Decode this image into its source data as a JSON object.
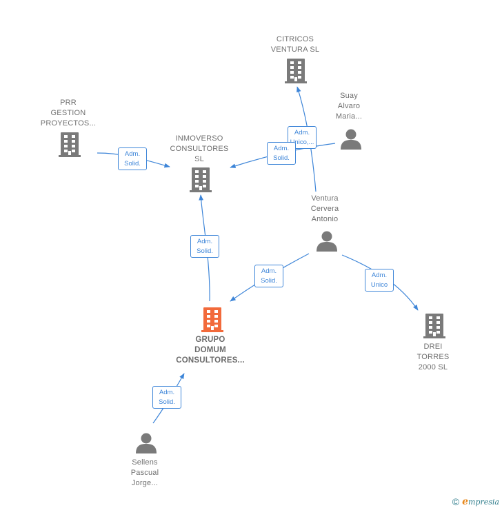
{
  "colors": {
    "company": "#7a7a7a",
    "main_company": "#f26a3b",
    "person": "#7a7a7a",
    "edge": "#3d85d8"
  },
  "nodes": [
    {
      "id": "citricos",
      "type": "company",
      "label": "CITRICOS\nVENTURA  SL",
      "icon": "building-icon"
    },
    {
      "id": "prr",
      "type": "company",
      "label": "PRR\nGESTION\nPROYECTOS...",
      "icon": "building-icon"
    },
    {
      "id": "inmoverso",
      "type": "company",
      "label": "INMOVERSO\nCONSULTORES\nSL",
      "icon": "building-icon"
    },
    {
      "id": "suay",
      "type": "person",
      "label": "Suay\nAlvaro\nMaria...",
      "icon": "person-icon"
    },
    {
      "id": "ventura",
      "type": "person",
      "label": "Ventura\nCervera\nAntonio",
      "icon": "person-icon"
    },
    {
      "id": "grupo",
      "type": "main",
      "label": "GRUPO\nDOMUM\nCONSULTORES...",
      "icon": "building-icon"
    },
    {
      "id": "drei",
      "type": "company",
      "label": "DREI\nTORRES\n2000  SL",
      "icon": "building-icon"
    },
    {
      "id": "sellens",
      "type": "person",
      "label": "Sellens\nPascual\nJorge...",
      "icon": "person-icon"
    }
  ],
  "edges": [
    {
      "from": "suay",
      "to": "citricos",
      "label": "Adm.\nUnico,..."
    },
    {
      "from": "suay",
      "to": "inmoverso",
      "label": "Adm.\nSolid."
    },
    {
      "from": "prr",
      "to": "inmoverso",
      "label": "Adm.\nSolid."
    },
    {
      "from": "grupo",
      "to": "inmoverso",
      "label": "Adm.\nSolid."
    },
    {
      "from": "ventura",
      "to": "grupo",
      "label": "Adm.\nSolid."
    },
    {
      "from": "ventura",
      "to": "drei",
      "label": "Adm.\nUnico"
    },
    {
      "from": "sellens",
      "to": "grupo",
      "label": "Adm.\nSolid."
    }
  ],
  "footer": {
    "copyright": "©",
    "brand_initial": "e",
    "brand_rest": "mpresia"
  }
}
